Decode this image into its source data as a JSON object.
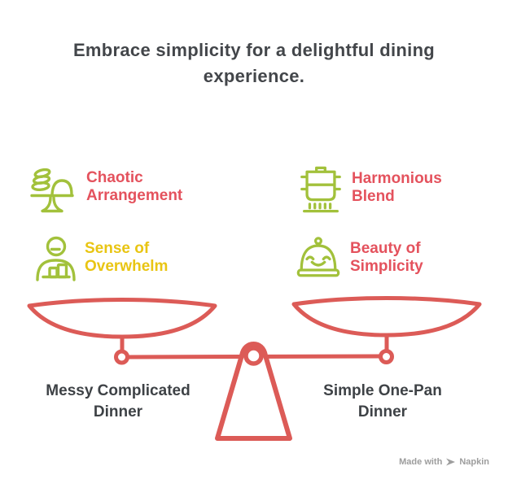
{
  "title": "Embrace simplicity for a delightful dining\nexperience.",
  "items": {
    "chaotic": {
      "label": "Chaotic\nArrangement",
      "icon": "cake-stand-icon",
      "color": "#e4525d"
    },
    "overwhelm": {
      "label": "Sense of\nOverwhelm",
      "icon": "overwhelmed-person-icon",
      "color": "#e9c513"
    },
    "harmonious": {
      "label": "Harmonious\nBlend",
      "icon": "steaming-pot-icon",
      "color": "#e4525d"
    },
    "beauty": {
      "label": "Beauty of\nSimplicity",
      "icon": "happy-cloche-icon",
      "color": "#e4525d"
    }
  },
  "scale": {
    "left_label": "Messy Complicated\nDinner",
    "right_label": "Simple One-Pan\nDinner",
    "stroke_color": "#dc5b57"
  },
  "colors": {
    "title_gray": "#43464a",
    "label_gray": "#3e4246",
    "icon_green": "#a2c13b",
    "accent_red": "#e4525d",
    "accent_yellow": "#e9c513",
    "watermark_gray": "#9d9d9d"
  },
  "watermark": {
    "prefix": "Made with",
    "brand": "Napkin"
  }
}
